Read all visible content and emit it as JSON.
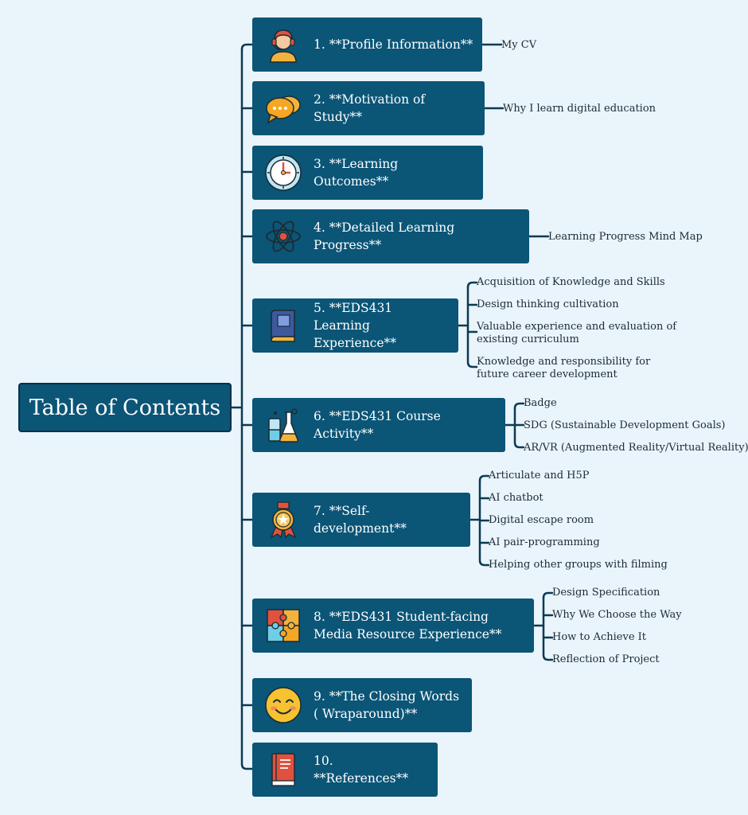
{
  "root": {
    "title": "Table of Contents"
  },
  "topics": [
    {
      "label": "1. **Profile Information**",
      "icon": "headset-agent-icon",
      "children": [
        "My CV"
      ]
    },
    {
      "label": "2. **Motivation of Study**",
      "icon": "speech-bubbles-icon",
      "children": [
        "Why I learn digital education"
      ]
    },
    {
      "label": "3. **Learning Outcomes**",
      "icon": "clock-icon",
      "children": []
    },
    {
      "label": "4. **Detailed Learning Progress**",
      "icon": "atom-icon",
      "children": [
        "Learning Progress Mind Map"
      ]
    },
    {
      "label": "5. **EDS431 Learning Experience**",
      "icon": "book-icon",
      "children": [
        "Acquisition of Knowledge and Skills",
        "Design thinking cultivation",
        "Valuable experience and evaluation of existing curriculum",
        "Knowledge and responsibility for future career development"
      ]
    },
    {
      "label": "6. **EDS431 Course Activity**",
      "icon": "chemistry-flask-icon",
      "children": [
        "Badge",
        "SDG (Sustainable Development Goals)",
        "AR/VR (Augmented Reality/Virtual Reality)"
      ]
    },
    {
      "label": "7. **Self-development**",
      "icon": "medal-icon",
      "children": [
        "Articulate and H5P",
        "AI chatbot",
        "Digital escape room",
        "AI pair-programming",
        "Helping other groups with filming"
      ]
    },
    {
      "label": "8. **EDS431 Student-facing Media Resource Experience**",
      "icon": "puzzle-icon",
      "children": [
        "Design Specification",
        "Why We Choose the Way",
        "How to Achieve It",
        "Reflection of Project"
      ]
    },
    {
      "label": "9. **The Closing Words ( Wraparound)**",
      "icon": "smiley-face-icon",
      "children": []
    },
    {
      "label": "10. **References**",
      "icon": "red-book-icon",
      "children": []
    }
  ],
  "colors": {
    "background": "#eaf4fb",
    "topic": "#0b5577",
    "connector": "#0b3a52"
  }
}
